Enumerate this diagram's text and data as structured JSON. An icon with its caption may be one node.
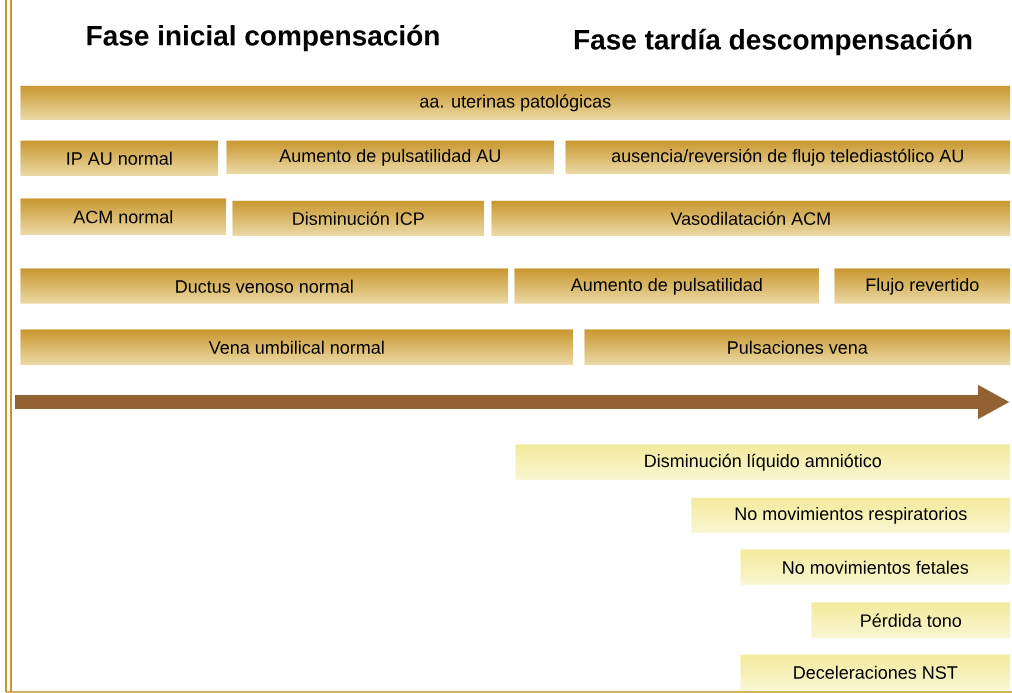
{
  "diagram": {
    "nodes": [
      {
        "text": [
          "aa. uterinas patológicas"
        ]
      },
      {
        "text": [
          "IP AU normal"
        ]
      },
      {
        "text": [
          "Aumento de pulsatilidad AU"
        ]
      },
      {
        "text": [
          "ausencia/reversión de flujo telediastólico AU"
        ]
      },
      {
        "text": [
          "ACM normal"
        ]
      },
      {
        "text": [
          "Disminución ICP"
        ]
      },
      {
        "text": [
          "Vasodilatación ACM"
        ]
      },
      {
        "text": [
          "Ductus venoso normal"
        ]
      },
      {
        "text": [
          "Aumento de pulsatilidad"
        ]
      },
      {
        "text": [
          "Flujo revertido"
        ]
      },
      {
        "text": [
          "Vena umbilical normal"
        ]
      },
      {
        "text": [
          "Pulsaciones vena"
        ]
      },
      {
        "text": [
          "Disminución líquido amniótico"
        ]
      },
      {
        "text": [
          "No movimientos respiratorios"
        ]
      },
      {
        "text": [
          "No movimientos fetales"
        ]
      },
      {
        "text": [
          "Pérdida tono"
        ]
      },
      {
        "text": [
          "Deceleraciones NST"
        ]
      }
    ],
    "labels": [
      "Fase inicial compensación",
      "Fase tardía descompensación"
    ]
  }
}
